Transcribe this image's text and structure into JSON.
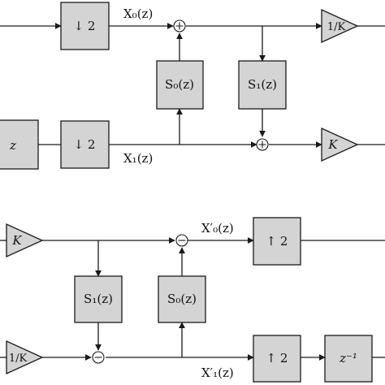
{
  "analysis": {
    "input_delay": "z",
    "down_top": "↓ 2",
    "down_bottom": "↓ 2",
    "signal_top": "X₀(z)",
    "signal_bottom": "X₁(z)",
    "filter_s0": "S₀(z)",
    "filter_s1": "S₁(z)",
    "gain_top": "1/K",
    "gain_bottom": "K"
  },
  "synthesis": {
    "gain_top": "K",
    "gain_bottom": "1/K",
    "filter_s1": "S₁(z)",
    "filter_s0": "S₀(z)",
    "signal_top": "X′₀(z)",
    "signal_bottom": "X′₁(z)",
    "up_top": "↑ 2",
    "up_bottom": "↑ 2",
    "output_delay": "z⁻¹"
  }
}
